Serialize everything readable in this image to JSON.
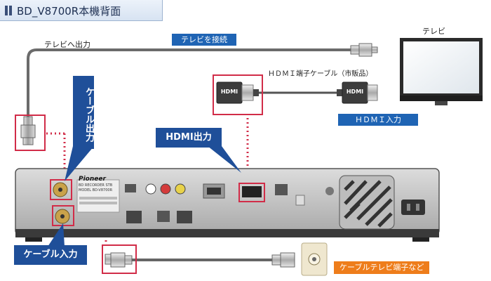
{
  "title": "BD_V8700R本機背面",
  "labels": {
    "to_tv_out": "テレビへ出力",
    "connect_tv": "テレビを接続",
    "tv": "テレビ",
    "hdmi_cable": "ＨＤＭＩ端子ケーブル（市販品）",
    "hdmi_in": "ＨＤＭＩ入力",
    "cable_tv_terminal": "ケーブルテレビ端子など"
  },
  "callouts": {
    "cable_out": "ケーブル出力",
    "hdmi_out": "HDMI出力",
    "cable_in": "ケーブル入力"
  },
  "plug_text": "HDMI",
  "device": {
    "brand": "Pioneer",
    "model": "BD RECORDER STB",
    "model_no": "MODEL BD-V8700R"
  },
  "colors": {
    "blue_label": "#1f64b4",
    "callout": "#1f4f99",
    "orange": "#ee7d1b",
    "highlight": "#d12c48"
  }
}
